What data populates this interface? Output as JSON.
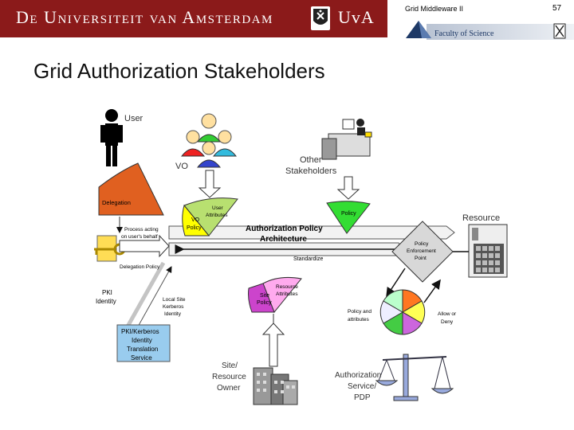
{
  "header": {
    "university": "De Universiteit van Amsterdam",
    "abbr": "UvA",
    "course": "Grid Middleware II",
    "page": "57",
    "faculty": "Faculty of Science"
  },
  "slide_title": "Grid Authorization Stakeholders",
  "diagram": {
    "user": "User",
    "vo": "VO",
    "other_stakeholders": [
      "Other",
      "Stakeholders"
    ],
    "resource": "Resource",
    "delegation": "Delegation",
    "process_acting": [
      "Process acting",
      "on user's behalf"
    ],
    "delegation_policy": "Delegation Policy",
    "pki_identity": [
      "PKI",
      "Identity"
    ],
    "local_site_identity": [
      "Local Site",
      "Kerberos",
      "Identity"
    ],
    "translation_service": [
      "PKI/Kerberos",
      "Identity",
      "Translation",
      "Service"
    ],
    "user_attributes": [
      "User",
      "Attributes"
    ],
    "vo_policy": [
      "VO",
      "Policy"
    ],
    "policy": "Policy",
    "authz_arch": [
      "Authorization Policy",
      "Architecture"
    ],
    "standardize": "Standardize",
    "pep": [
      "Policy",
      "Enforcement",
      "Point"
    ],
    "resource_attributes": [
      "Resource",
      "Attributes"
    ],
    "site_policy": [
      "Site",
      "Policy"
    ],
    "policy_attributes": [
      "Policy and",
      "attributes"
    ],
    "allow_deny": [
      "Allow or",
      "Deny"
    ],
    "site_owner": [
      "Site/",
      "Resource",
      "Owner"
    ],
    "authz_service": [
      "Authorization",
      "Service/",
      "PDP"
    ]
  },
  "colors": {
    "banner": "#8b1a1a",
    "delegation": "#e06020",
    "user_attr": "#b8e070",
    "vo_policy": "#ffff00",
    "policy": "#33dd33",
    "site_policy": "#cc44cc",
    "resource_attr": "#ffaaee",
    "translation_box": "#99ccee",
    "pep": "#d8d8d8"
  }
}
